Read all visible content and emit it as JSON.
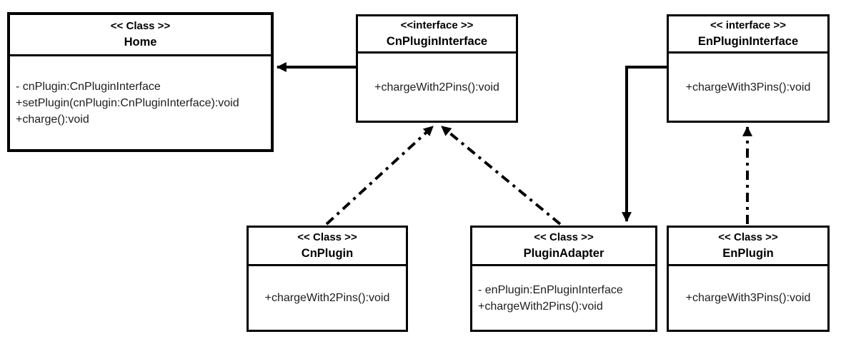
{
  "diagram": {
    "kind": "uml-class-diagram",
    "pattern": "Adapter pattern (plugin charging example)"
  },
  "colors": {
    "background": "#ffffff",
    "line": "#000000",
    "header_text": "#000000",
    "member_text": "#1e1e1e"
  },
  "boxes": [
    {
      "id": "home",
      "stereotype": "<< Class >>",
      "name": "Home",
      "members": [
        "- cnPlugin:CnPluginInterface",
        "+setPlugin(cnPlugin:CnPluginInterface):void",
        "+charge():void"
      ]
    },
    {
      "id": "cn-plugin-interface",
      "stereotype": "<<interface >>",
      "name": "CnPluginInterface",
      "members": [
        "+chargeWith2Pins():void"
      ]
    },
    {
      "id": "en-plugin-interface",
      "stereotype": "<< interface >>",
      "name": "EnPluginInterface",
      "members": [
        "+chargeWith3Pins():void"
      ]
    },
    {
      "id": "cn-plugin",
      "stereotype": "<< Class >>",
      "name": "CnPlugin",
      "members": [
        "+chargeWith2Pins():void"
      ]
    },
    {
      "id": "plugin-adapter",
      "stereotype": "<< Class >>",
      "name": "PluginAdapter",
      "members": [
        "- enPlugin:EnPluginInterface",
        "+chargeWith2Pins():void"
      ]
    },
    {
      "id": "en-plugin",
      "stereotype": "<< Class >>",
      "name": "EnPlugin",
      "members": [
        "+chargeWith3Pins():void"
      ]
    }
  ],
  "relationships": [
    {
      "from": "CnPluginInterface",
      "to": "Home",
      "line": "solid",
      "arrowhead": "filled"
    },
    {
      "from": "CnPlugin",
      "to": "CnPluginInterface",
      "line": "dash-dot",
      "arrowhead": "filled"
    },
    {
      "from": "PluginAdapter",
      "to": "CnPluginInterface",
      "line": "dash-dot",
      "arrowhead": "filled"
    },
    {
      "from": "EnPluginInterface",
      "to": "PluginAdapter",
      "line": "solid",
      "arrowhead": "filled"
    },
    {
      "from": "EnPlugin",
      "to": "EnPluginInterface",
      "line": "dash-dot",
      "arrowhead": "filled"
    }
  ]
}
